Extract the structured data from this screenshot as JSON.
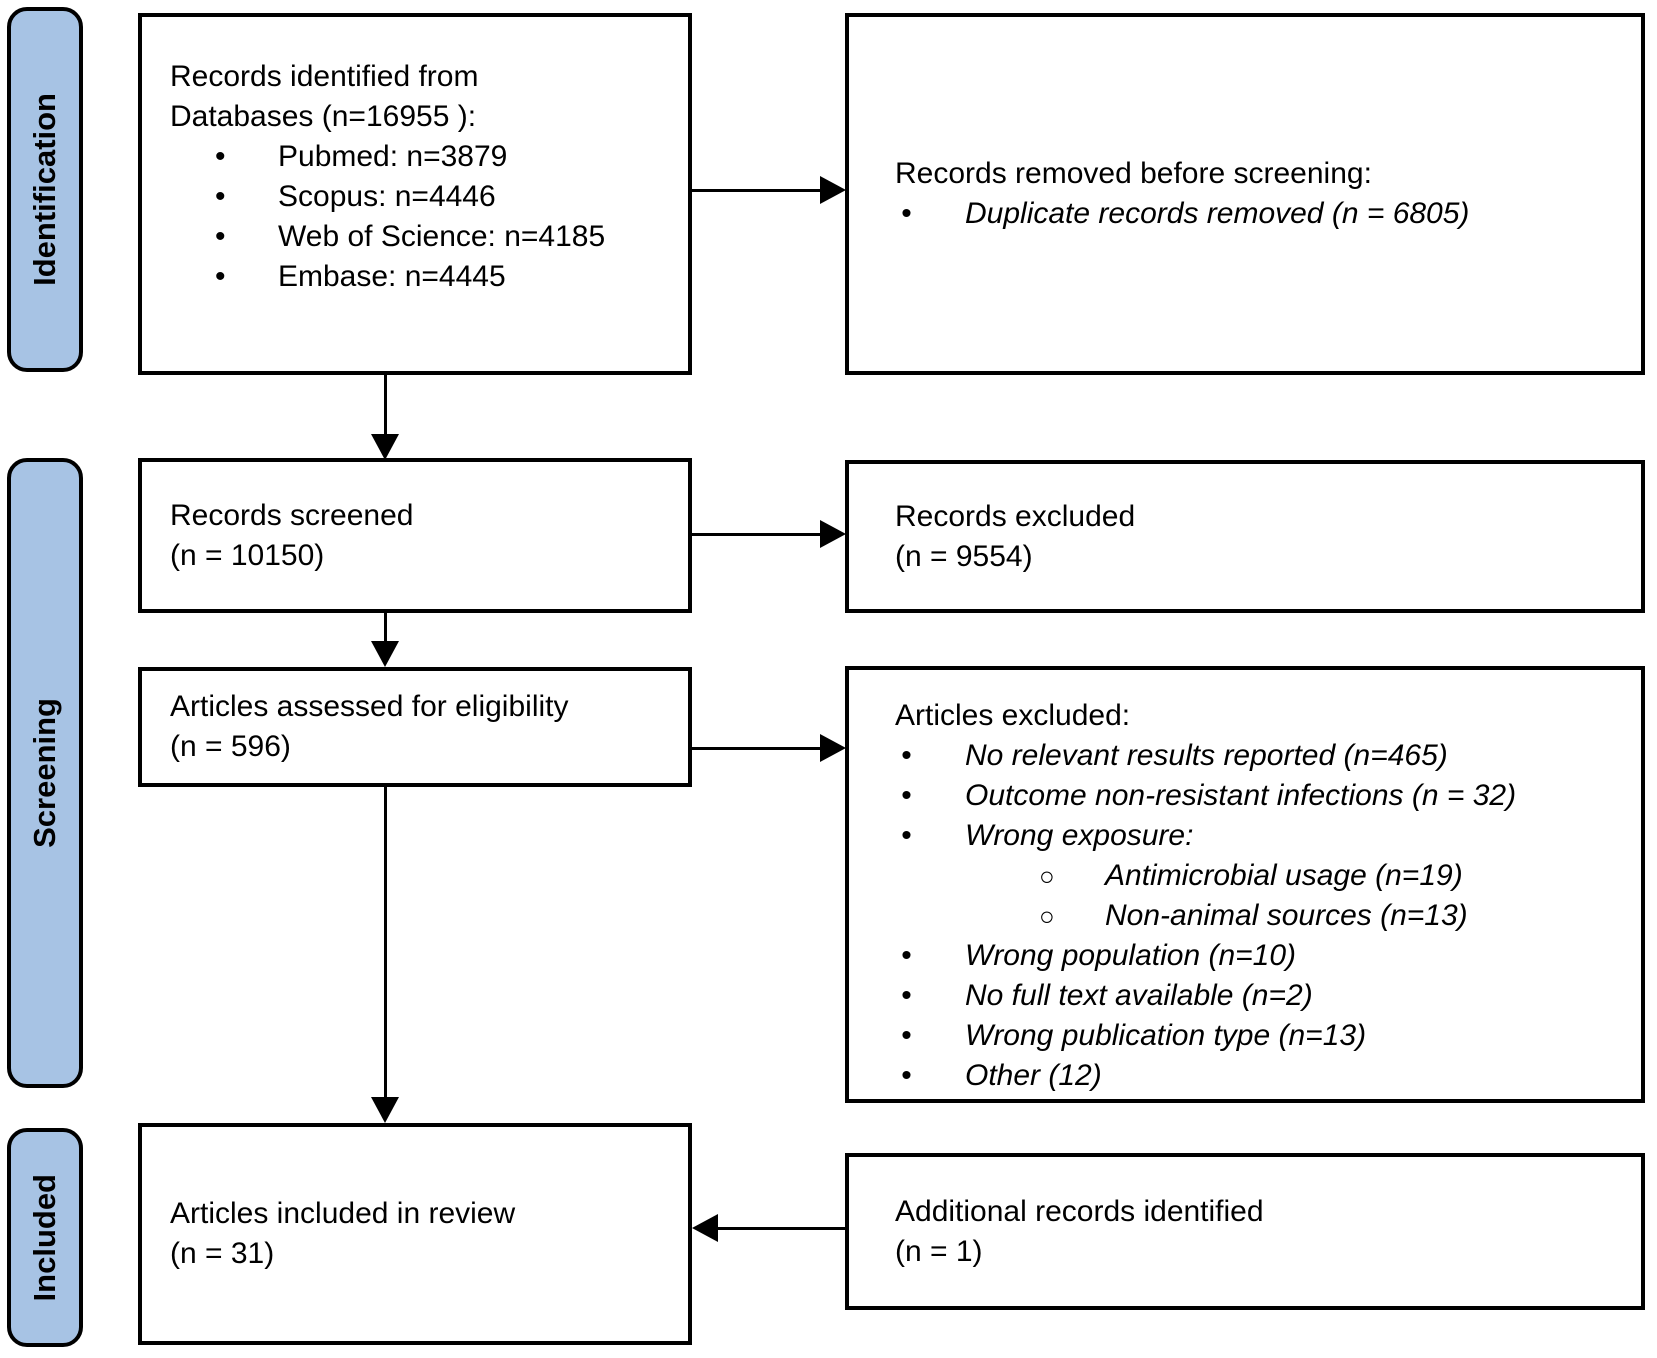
{
  "diagram": {
    "stages": {
      "identification": "Identification",
      "screening": "Screening",
      "included": "Included"
    },
    "boxes": {
      "records_identified": {
        "line1": "Records identified from",
        "line2": "Databases (n=16955 ):",
        "bullets": [
          "Pubmed: n=3879",
          "Scopus: n=4446",
          "Web of Science: n=4185",
          "Embase: n=4445"
        ]
      },
      "records_removed": {
        "title": "Records removed before screening:",
        "bullets": [
          "Duplicate records removed  (n = 6805)"
        ]
      },
      "records_screened": {
        "line1": "Records screened",
        "line2": "(n = 10150)"
      },
      "records_excluded": {
        "line1": "Records excluded",
        "line2": "(n = 9554)"
      },
      "articles_assessed": {
        "line1": "Articles assessed for eligibility",
        "line2": "(n = 596)"
      },
      "articles_excluded": {
        "title": "Articles excluded:",
        "bullets": [
          "No relevant results reported (n=465)",
          "Outcome non-resistant infections (n = 32)",
          "Wrong exposure:",
          "Wrong population (n=10)",
          "No full text available (n=2)",
          "Wrong publication type (n=13)",
          "Other (12)"
        ],
        "sub_bullets": [
          "Antimicrobial usage (n=19)",
          "Non-animal sources (n=13)"
        ]
      },
      "articles_included": {
        "line1": "Articles included in review",
        "line2": "(n = 31)"
      },
      "additional_records": {
        "line1": "Additional records identified",
        "line2": "(n = 1)"
      }
    },
    "colors": {
      "stage_fill": "#A7C3E4",
      "stage_border": "#000000",
      "box_border": "#000000",
      "arrow": "#000000",
      "background": "#FFFFFF",
      "text": "#000000"
    }
  }
}
